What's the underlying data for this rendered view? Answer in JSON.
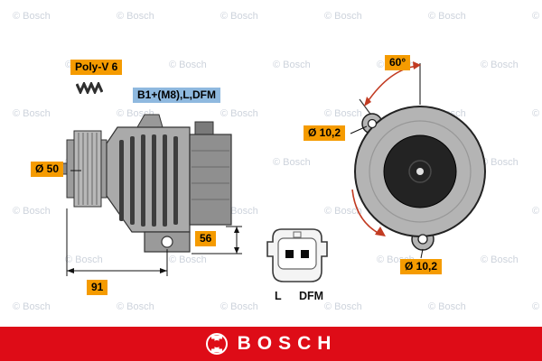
{
  "watermark": {
    "text": "© Bosch"
  },
  "callouts": {
    "poly_v": "Poly-V 6",
    "terminals": "B1+(M8),L,DFM",
    "pulley_diameter": "Ø 50",
    "dim_depth": "56",
    "dim_length": "91",
    "angle": "60°",
    "hole_top": "Ø 10,2",
    "hole_bottom": "Ø 10,2"
  },
  "connector": {
    "pin_left": "L",
    "pin_right": "DFM"
  },
  "footer": {
    "brand": "BOSCH"
  },
  "colors": {
    "label_yellow": "#F59B00",
    "label_blue": "#8FB9DF",
    "bosch_red": "#DE0C17",
    "watermark_gray": "#CDD3DC",
    "line_dark": "#222222",
    "metal_gray": "#B4B4B4"
  }
}
